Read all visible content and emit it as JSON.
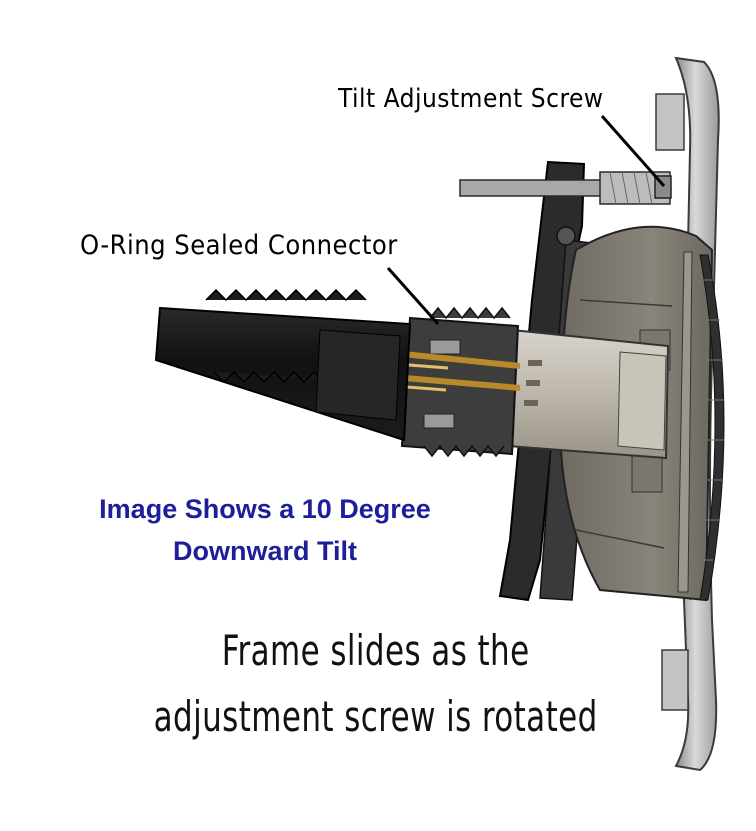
{
  "labels": {
    "tilt_screw": "Tilt Adjustment Screw",
    "oring_connector": "O-Ring Sealed Connector"
  },
  "note": {
    "line1": "Image Shows a 10 Degree",
    "line2": "Downward Tilt",
    "color": "#1d1e9a"
  },
  "caption": {
    "line1": "Frame slides as the",
    "line2": "adjustment screw is rotated"
  }
}
